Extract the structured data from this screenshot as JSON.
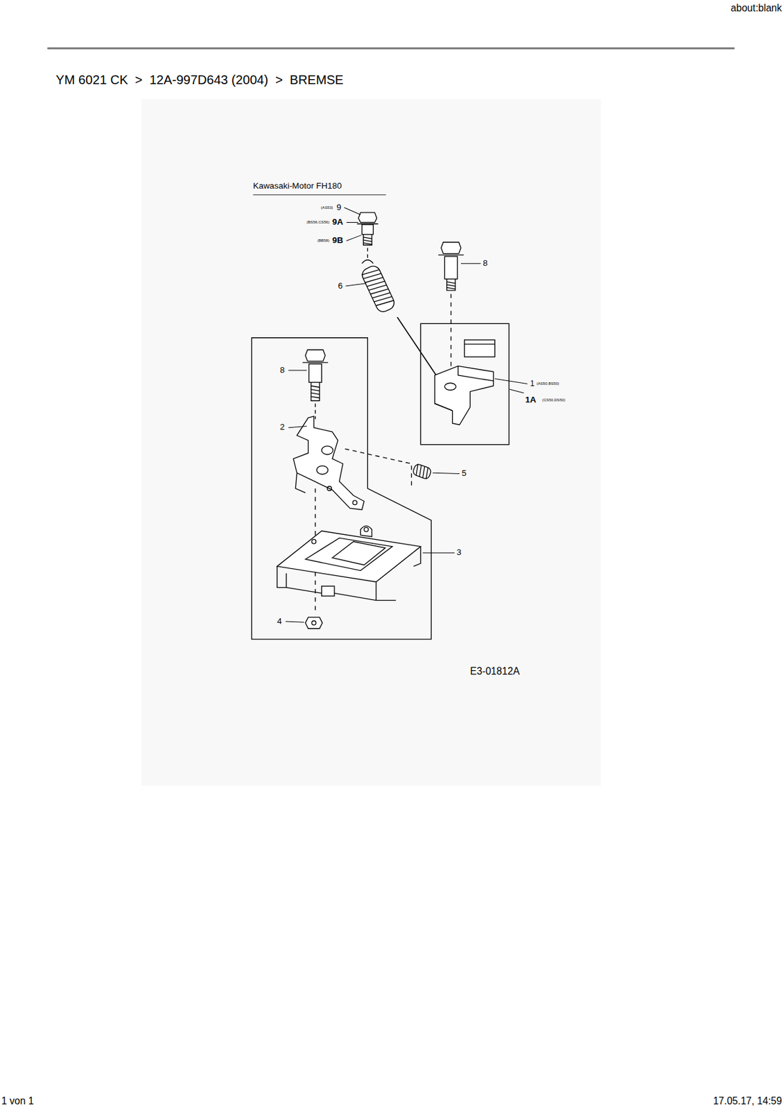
{
  "diagram": {
    "title": "YM 6021 CK  >  12A-997D643 (2004)  >  BREMSE",
    "labels": [
      "about:blank",
      "Kawasaki-Motor FH180",
      "(AS53)",
      "9",
      "(BS56,CS56)",
      "9A",
      "(BB58)",
      "9B",
      "6",
      "8",
      "1",
      "(AS50,BS50)",
      "1A",
      "(CS50,DS50)",
      "8",
      "2",
      "5",
      "3",
      "4",
      "E3-01812A",
      "1 von 1",
      "17.05.17, 14:59"
    ]
  }
}
